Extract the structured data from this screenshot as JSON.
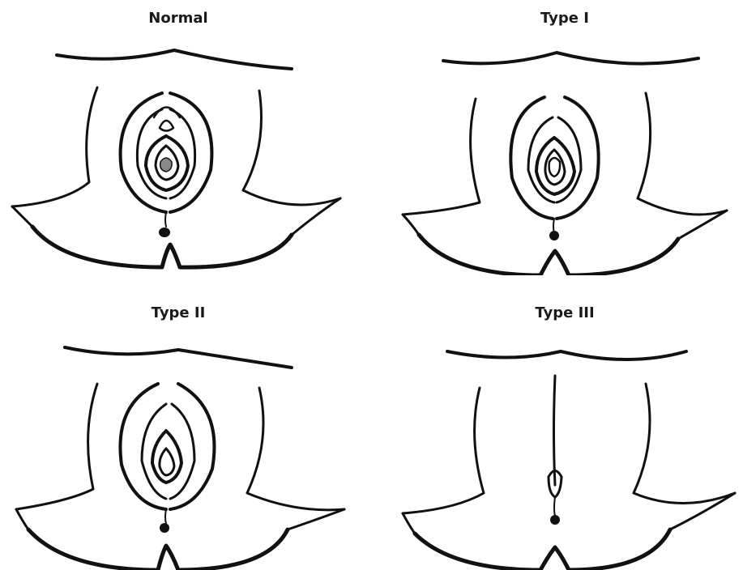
{
  "panels": [
    {
      "title": "Normal"
    },
    {
      "title": "Type I"
    },
    {
      "title": "Type II"
    },
    {
      "title": "Type III"
    }
  ],
  "colors": {
    "ink": "#111111",
    "shade": "#888888",
    "background": "#ffffff"
  }
}
